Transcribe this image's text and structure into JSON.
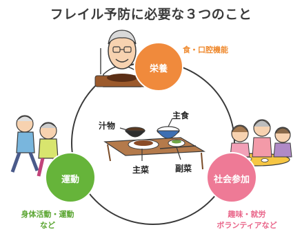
{
  "title": "フレイル予防に必要な３つのこと",
  "nodes": {
    "nutrition": {
      "label": "栄養",
      "sub_label": "食・口腔機能",
      "color": "#f08a3c",
      "sub_color": "#ef8a2f"
    },
    "exercise": {
      "label": "運動",
      "sub_label_line1": "身体活動・運動",
      "sub_label_line2": "など",
      "color": "#66b43a",
      "sub_color": "#5aa531"
    },
    "social": {
      "label": "社会参加",
      "sub_label_line1": "趣味・就労",
      "sub_label_line2": "ボランティアなど",
      "color": "#ee7a96",
      "sub_color": "#e9668a"
    }
  },
  "meal": {
    "staple": "主食",
    "soup": "汁物",
    "main_dish": "主菜",
    "side_dish": "副菜"
  }
}
